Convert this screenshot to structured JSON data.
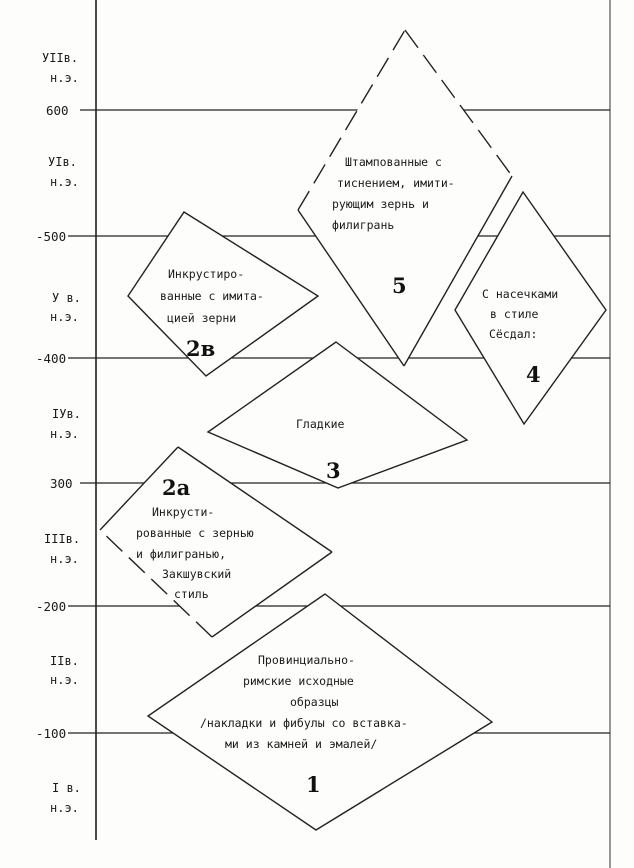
{
  "centuries": [
    {
      "l1": "УIIв.",
      "l2": "н.э."
    },
    {
      "l1": "УIв.",
      "l2": "н.э."
    },
    {
      "l1": "У в.",
      "l2": "н.э."
    },
    {
      "l1": "IУв.",
      "l2": "н.э."
    },
    {
      "l1": "IIIв.",
      "l2": "н.э."
    },
    {
      "l1": "IIв.",
      "l2": "н.э."
    },
    {
      "l1": "I в.",
      "l2": "н.э."
    }
  ],
  "years": [
    "600",
    "-500",
    "-400",
    "300",
    "-200",
    "-100"
  ],
  "groups": {
    "g5": {
      "number": "5",
      "lines": [
        "Штампованные с",
        "тиснением, имити-",
        "рующим зернь и",
        "филигрань"
      ]
    },
    "g2b": {
      "number": "2в",
      "lines": [
        "Инкрустиро-",
        "ванные с имита-",
        "цией зерни"
      ]
    },
    "g4": {
      "number": "4",
      "lines": [
        "С насечками",
        "в стиле",
        "Сёсдал:"
      ]
    },
    "g3": {
      "number": "3",
      "lines": [
        "Гладкие"
      ]
    },
    "g2a": {
      "number": "2а",
      "lines": [
        "Инкрусти-",
        "рованные с зернью",
        "и филигранью,",
        "Закшувский",
        "стиль"
      ]
    },
    "g1": {
      "number": "1",
      "lines": [
        "Провинциально-",
        "римские исходные",
        "образцы",
        "/накладки и фибулы со вставка-",
        "ми из камней и эмалей/"
      ]
    }
  }
}
